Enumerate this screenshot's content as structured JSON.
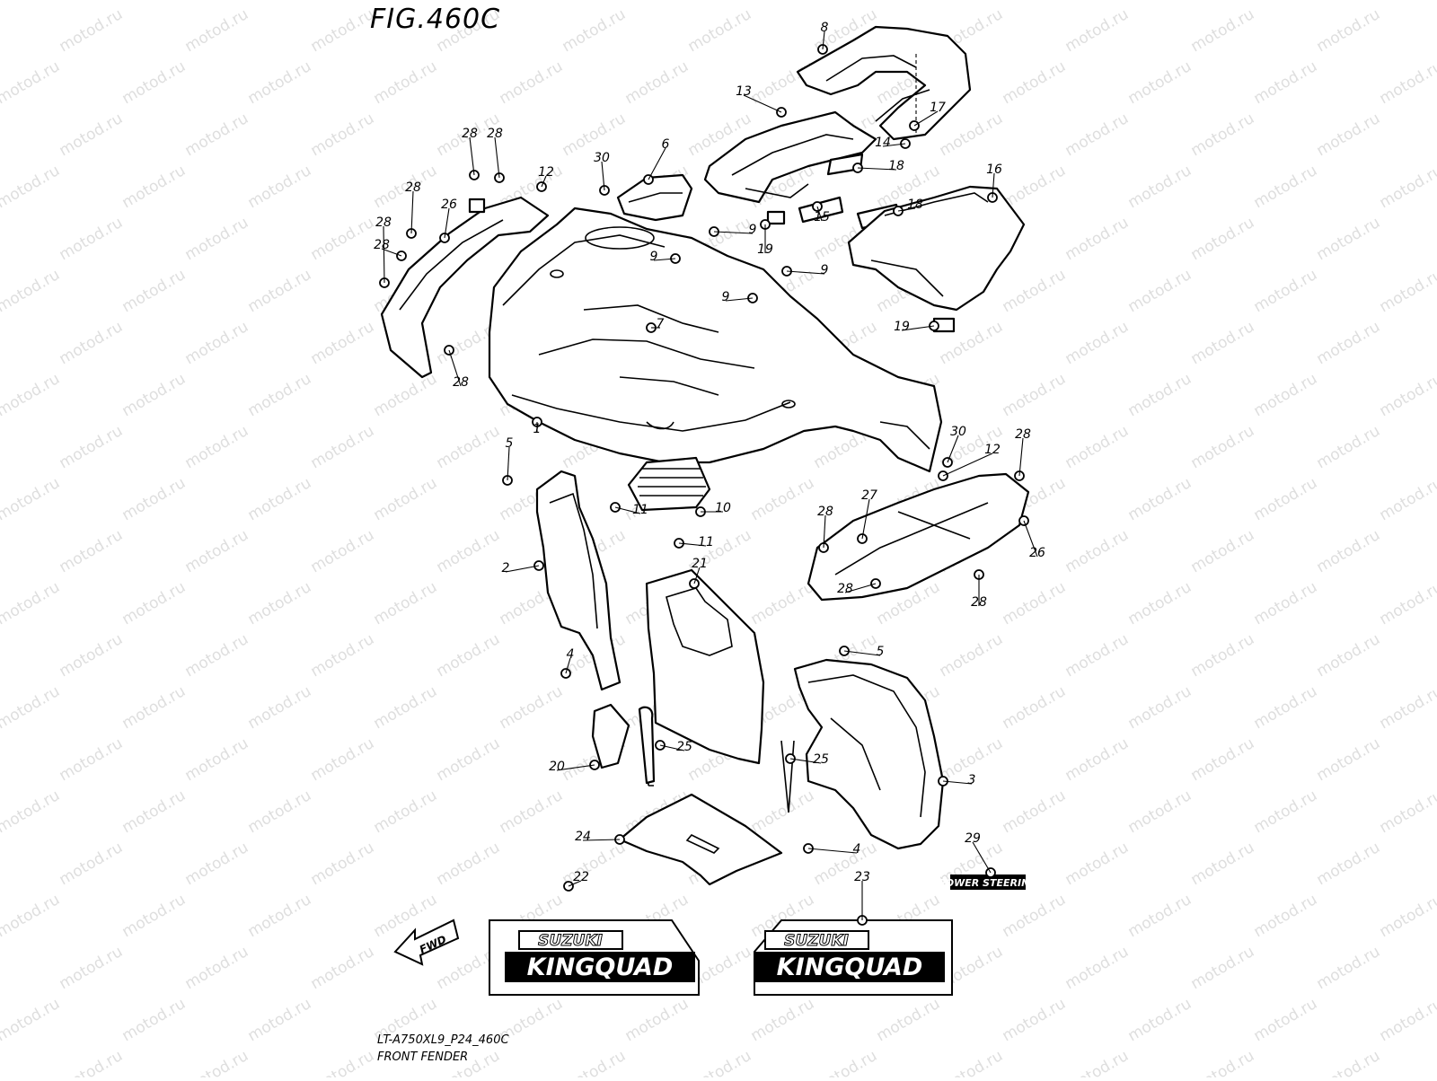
{
  "figure": {
    "title": "FIG.460C",
    "model_code": "LT-A750XL9_P24_460C",
    "assembly_name": "FRONT FENDER",
    "watermark": "motod.ru"
  },
  "fwd_arrow_label": "FWD",
  "decals": {
    "brand": "SUZUKI",
    "model": "KINGQUAD",
    "badge_29": "POWER STEERING"
  },
  "callouts": [
    "1",
    "2",
    "3",
    "4",
    "4",
    "5",
    "5",
    "6",
    "7",
    "8",
    "9",
    "9",
    "9",
    "9",
    "10",
    "11",
    "11",
    "12",
    "12",
    "13",
    "14",
    "15",
    "16",
    "17",
    "18",
    "18",
    "19",
    "19",
    "20",
    "21",
    "22",
    "23",
    "24",
    "25",
    "25",
    "26",
    "26",
    "27",
    "28",
    "28",
    "28",
    "28",
    "28",
    "28",
    "28",
    "28",
    "28",
    "28",
    "29",
    "30",
    "30"
  ]
}
